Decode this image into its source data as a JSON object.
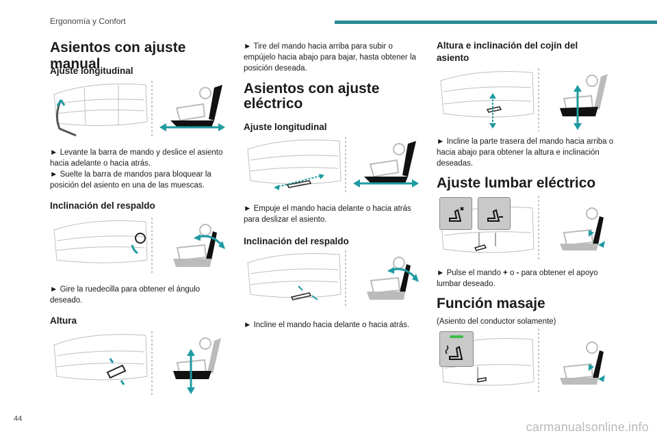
{
  "header": {
    "section": "Ergonomía y Confort"
  },
  "page_number": "44",
  "watermark": "carmanualsonline.info",
  "colors": {
    "accent": "#2a8b93",
    "arrow": "#1f9aa1",
    "led": "#3cbf4a"
  },
  "col1": {
    "title": "Asientos con ajuste manual",
    "s1": {
      "heading": "Ajuste longitudinal",
      "p1": "► Levante la barra de mando y deslice el asiento hacia adelante o hacia atrás.",
      "p2": "► Suelte la barra de mandos para bloquear la posición del asiento en una de las muescas."
    },
    "s2": {
      "heading": "Inclinación del respaldo",
      "p1": "► Gire la ruedecilla para obtener el ángulo deseado."
    },
    "s3": {
      "heading": "Altura"
    }
  },
  "col2": {
    "p0": "► Tire del mando hacia arriba para subir o empújelo hacia abajo para bajar, hasta obtener la posición deseada.",
    "title_l1": "Asientos con ajuste",
    "title_l2": "eléctrico",
    "s1": {
      "heading": "Ajuste longitudinal",
      "p1": "► Empuje el mando hacia delante o hacia atrás para deslizar el asiento."
    },
    "s2": {
      "heading": "Inclinación del respaldo",
      "p1": "► Incline el mando hacia delante o hacia atrás."
    }
  },
  "col3": {
    "s1": {
      "heading_l1": "Altura e inclinación del cojín del",
      "heading_l2": "asiento",
      "p1": "► Incline la parte trasera del mando hacia arriba o hacia abajo para obtener la altura e inclinación deseadas."
    },
    "s2": {
      "title": "Ajuste lumbar eléctrico",
      "p1_a": "► Pulse el mando ",
      "p1_plus": "+",
      "p1_o": " o ",
      "p1_minus": "-",
      "p1_b": " para obtener el apoyo lumbar deseado."
    },
    "s3": {
      "title": "Función masaje",
      "note": "(Asiento del conductor solamente)"
    }
  }
}
